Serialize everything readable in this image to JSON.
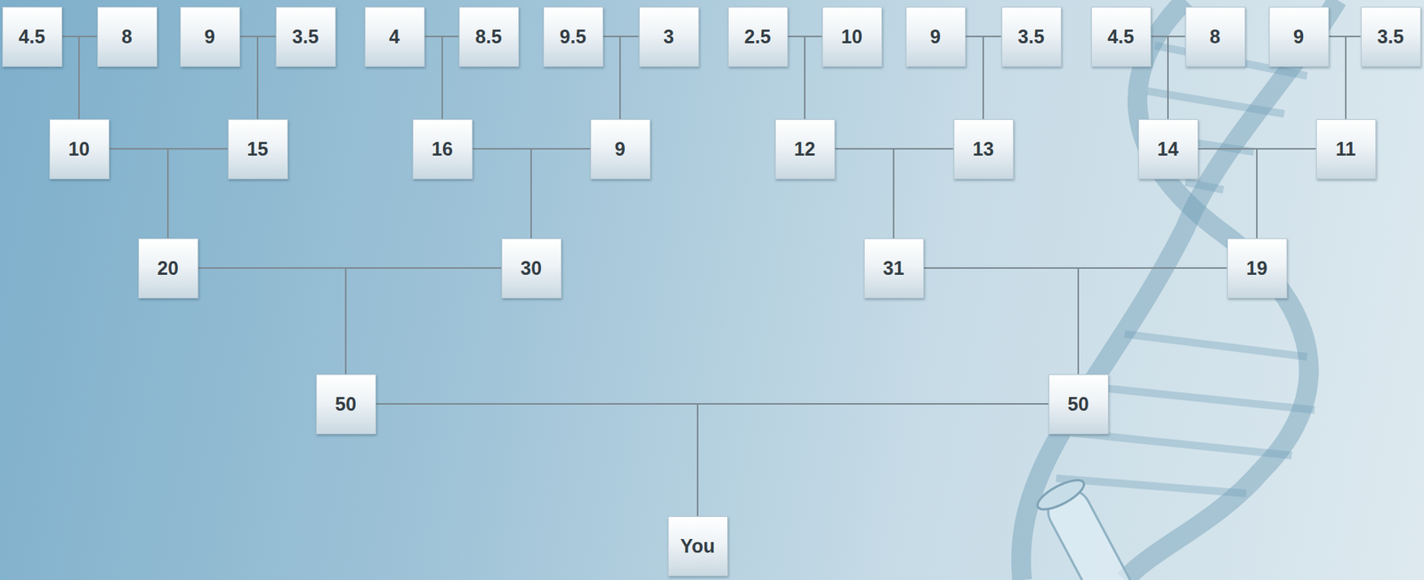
{
  "diagram": {
    "nodes": [
      {
        "text": [
          "4.5"
        ]
      },
      {
        "text": [
          "8"
        ]
      },
      {
        "text": [
          "9"
        ]
      },
      {
        "text": [
          "3.5"
        ]
      },
      {
        "text": [
          "4"
        ]
      },
      {
        "text": [
          "8.5"
        ]
      },
      {
        "text": [
          "9.5"
        ]
      },
      {
        "text": [
          "3"
        ]
      },
      {
        "text": [
          "2.5"
        ]
      },
      {
        "text": [
          "10"
        ]
      },
      {
        "text": [
          "9"
        ]
      },
      {
        "text": [
          "3.5"
        ]
      },
      {
        "text": [
          "4.5"
        ]
      },
      {
        "text": [
          "8"
        ]
      },
      {
        "text": [
          "9"
        ]
      },
      {
        "text": [
          "3.5"
        ]
      },
      {
        "text": [
          "10"
        ]
      },
      {
        "text": [
          "15"
        ]
      },
      {
        "text": [
          "16"
        ]
      },
      {
        "text": [
          "9"
        ]
      },
      {
        "text": [
          "12"
        ]
      },
      {
        "text": [
          "13"
        ]
      },
      {
        "text": [
          "14"
        ]
      },
      {
        "text": [
          "11"
        ]
      },
      {
        "text": [
          "20"
        ]
      },
      {
        "text": [
          "30"
        ]
      },
      {
        "text": [
          "31"
        ]
      },
      {
        "text": [
          "19"
        ]
      },
      {
        "text": [
          "50"
        ]
      },
      {
        "text": [
          "50"
        ]
      },
      {
        "text": [
          "You"
        ]
      }
    ],
    "edges": [
      {
        "from": 0,
        "to": 16,
        "arrow": "none"
      },
      {
        "from": 1,
        "to": 16,
        "arrow": "none"
      },
      {
        "from": 2,
        "to": 17,
        "arrow": "none"
      },
      {
        "from": 3,
        "to": 17,
        "arrow": "none"
      },
      {
        "from": 4,
        "to": 18,
        "arrow": "none"
      },
      {
        "from": 5,
        "to": 18,
        "arrow": "none"
      },
      {
        "from": 6,
        "to": 19,
        "arrow": "none"
      },
      {
        "from": 7,
        "to": 19,
        "arrow": "none"
      },
      {
        "from": 8,
        "to": 20,
        "arrow": "none"
      },
      {
        "from": 9,
        "to": 20,
        "arrow": "none"
      },
      {
        "from": 10,
        "to": 21,
        "arrow": "none"
      },
      {
        "from": 11,
        "to": 21,
        "arrow": "none"
      },
      {
        "from": 12,
        "to": 22,
        "arrow": "none"
      },
      {
        "from": 13,
        "to": 22,
        "arrow": "none"
      },
      {
        "from": 14,
        "to": 23,
        "arrow": "none"
      },
      {
        "from": 15,
        "to": 23,
        "arrow": "none"
      },
      {
        "from": 16,
        "to": 24,
        "arrow": "none"
      },
      {
        "from": 17,
        "to": 24,
        "arrow": "none"
      },
      {
        "from": 18,
        "to": 25,
        "arrow": "none"
      },
      {
        "from": 19,
        "to": 25,
        "arrow": "none"
      },
      {
        "from": 20,
        "to": 26,
        "arrow": "none"
      },
      {
        "from": 21,
        "to": 26,
        "arrow": "none"
      },
      {
        "from": 22,
        "to": 27,
        "arrow": "none"
      },
      {
        "from": 23,
        "to": 27,
        "arrow": "none"
      },
      {
        "from": 24,
        "to": 28,
        "arrow": "none"
      },
      {
        "from": 25,
        "to": 28,
        "arrow": "none"
      },
      {
        "from": 26,
        "to": 29,
        "arrow": "none"
      },
      {
        "from": 27,
        "to": 29,
        "arrow": "none"
      },
      {
        "from": 28,
        "to": 30,
        "arrow": "none"
      },
      {
        "from": 29,
        "to": 30,
        "arrow": "none"
      }
    ]
  }
}
